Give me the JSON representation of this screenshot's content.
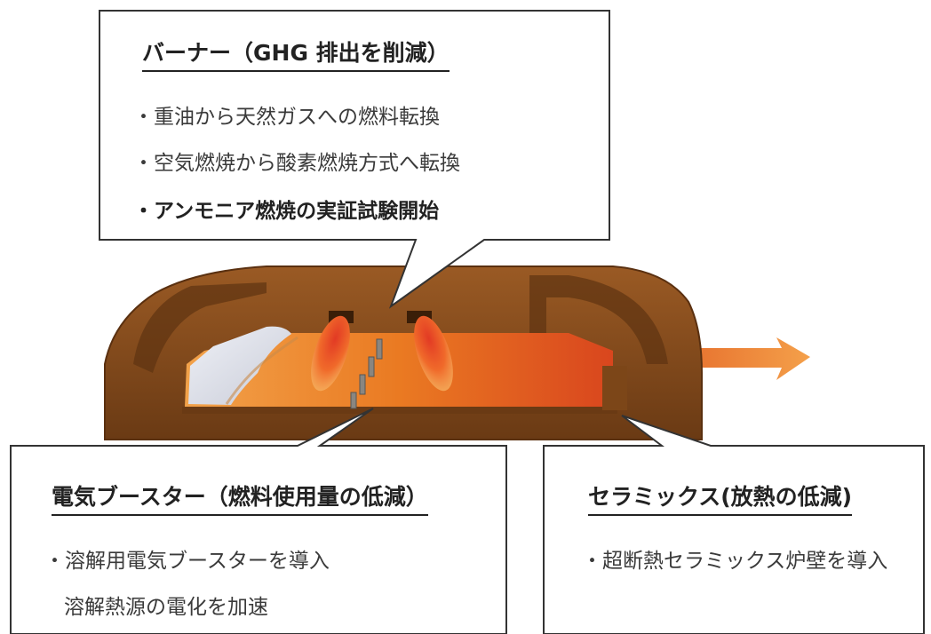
{
  "burner": {
    "title": "バーナー（GHG 排出を削減）",
    "items": [
      {
        "text": "・重油から天然ガスへの燃料転換",
        "bold": false
      },
      {
        "text": "・空気燃焼から酸素燃焼方式へ転換",
        "bold": false
      },
      {
        "text": "・アンモニア燃焼の実証試験開始",
        "bold": true
      }
    ]
  },
  "booster": {
    "title": "電気ブースター（燃料使用量の低減）",
    "items": [
      {
        "text": "・溶解用電気ブースターを導入"
      },
      {
        "text": "溶解熱源の電化を加速"
      }
    ]
  },
  "ceramics": {
    "title": "セラミックス(放熱の低減)",
    "items": [
      {
        "text": "・超断熱セラミックス炉壁を導入"
      }
    ]
  },
  "colors": {
    "furnace_brown": "#7a4419",
    "glass_orange": "#e8741e",
    "flame_red": "#e0402a",
    "outflow_orange": "#f08a2c"
  }
}
